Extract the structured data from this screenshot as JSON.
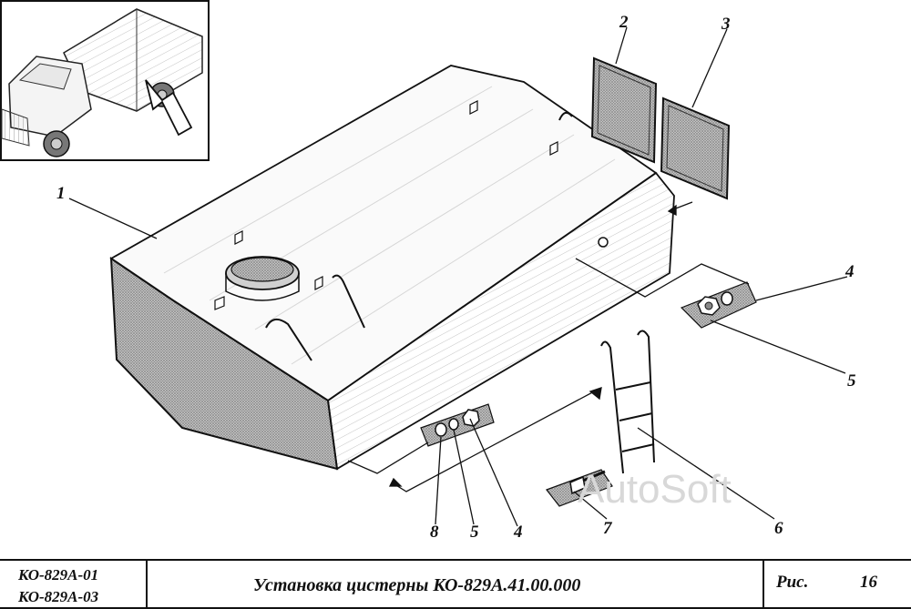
{
  "figure": {
    "callouts": [
      "1",
      "2",
      "3",
      "4",
      "5",
      "6",
      "7",
      "8",
      "5",
      "4"
    ],
    "watermark": "AutoSoft"
  },
  "title_block": {
    "models": [
      "КО-829А-01",
      "КО-829А-03"
    ],
    "title": "Установка цистерны КО-829А.41.00.000",
    "fig_label": "Рис.",
    "fig_number": "16"
  }
}
